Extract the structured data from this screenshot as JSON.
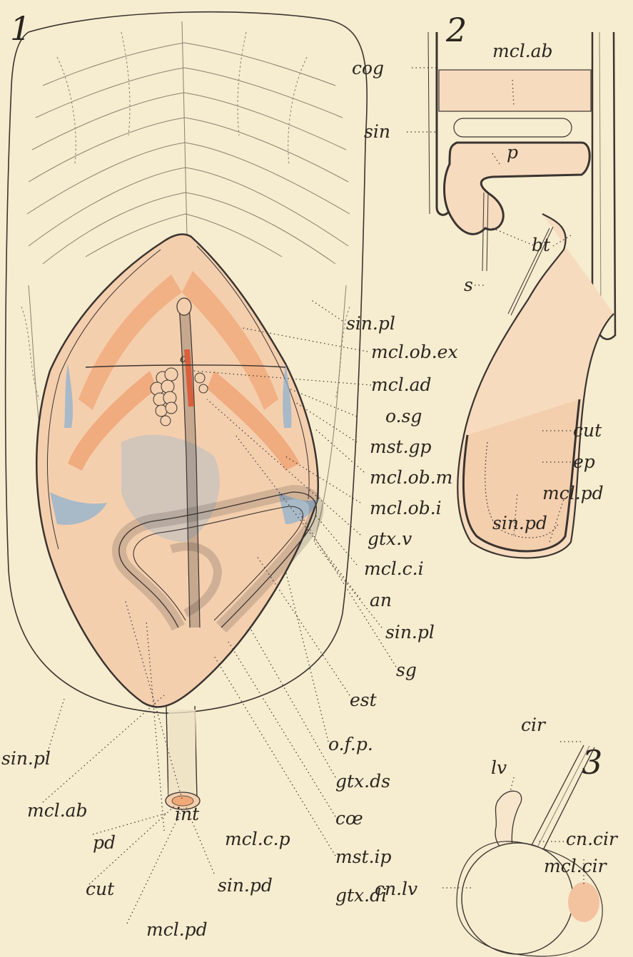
{
  "figures": [
    {
      "number": "1",
      "labels": [
        "sin.pl",
        "mcl.ob.ex",
        "mcl.ad",
        "o.sg",
        "mst.gp",
        "mcl.ob.m",
        "mcl.ob.i",
        "gtx.v",
        "mcl.c.i",
        "an",
        "sin.pl",
        "sg",
        "est",
        "o.f.p.",
        "gtx.ds",
        "cœ",
        "mst.ip",
        "gtx.di",
        "sin.pl",
        "mcl.ab",
        "int",
        "mcl.c.p",
        "pd",
        "cut",
        "sin.pd",
        "mcl.pd"
      ]
    },
    {
      "number": "2",
      "labels": [
        "mcl.ab",
        "cog",
        "sin",
        "p",
        "bt",
        "s",
        "cut",
        "ep",
        "mcl.pd",
        "sin.pd"
      ]
    },
    {
      "number": "3",
      "labels": [
        "cir",
        "lv",
        "cn.cir",
        "mcl.cir",
        "cn.lv"
      ]
    }
  ],
  "colors": {
    "paper": "#f6eccf",
    "ink": "#3a3430",
    "muscle": "#f0b48c",
    "sinus": "#7fa6c8",
    "vessel": "#d9603e"
  }
}
